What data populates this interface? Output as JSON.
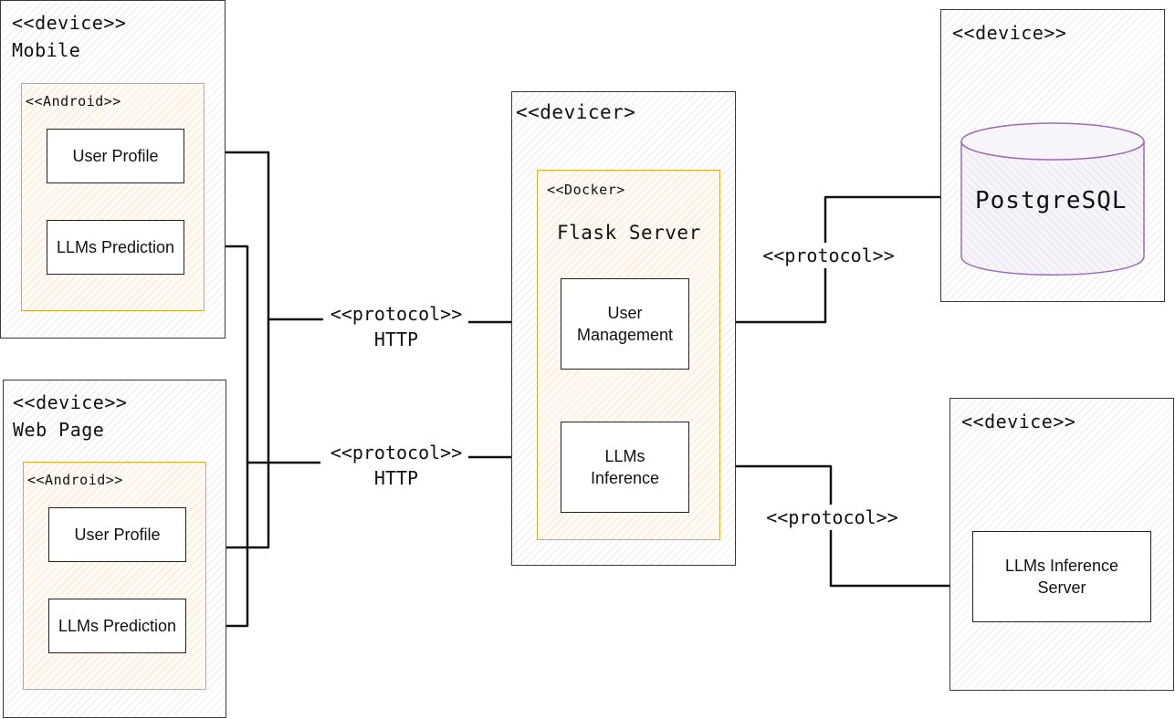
{
  "mobile": {
    "stereotype": "<<device>>",
    "name": "Mobile",
    "container_stereotype": "<<Android>>",
    "components": [
      "User Profile",
      "LLMs Prediction"
    ]
  },
  "web": {
    "stereotype": "<<device>>",
    "name": "Web Page",
    "container_stereotype": "<<Android>>",
    "components": [
      "User Profile",
      "LLMs Prediction"
    ]
  },
  "server": {
    "stereotype": "<<devicer>",
    "container_stereotype": "<<Docker>",
    "name": "Flask Server",
    "components": [
      "User Management",
      "LLMs Inference"
    ]
  },
  "db": {
    "stereotype": "<<device>>",
    "name": "PostgreSQL"
  },
  "inference": {
    "stereotype": "<<device>>",
    "component": "LLMs Inference Server"
  },
  "connections": {
    "http_top": {
      "stereotype": "<<protocol>>",
      "name": "HTTP"
    },
    "http_bottom": {
      "stereotype": "<<protocol>>",
      "name": "HTTP"
    },
    "db_link": {
      "stereotype": "<<protocol>>"
    },
    "inference_link": {
      "stereotype": "<<protocol>>"
    }
  },
  "colors": {
    "device_border": "#3a3a3a",
    "container_border": "#e0a92e",
    "database_border": "#9b6bb5",
    "line": "#111111"
  }
}
